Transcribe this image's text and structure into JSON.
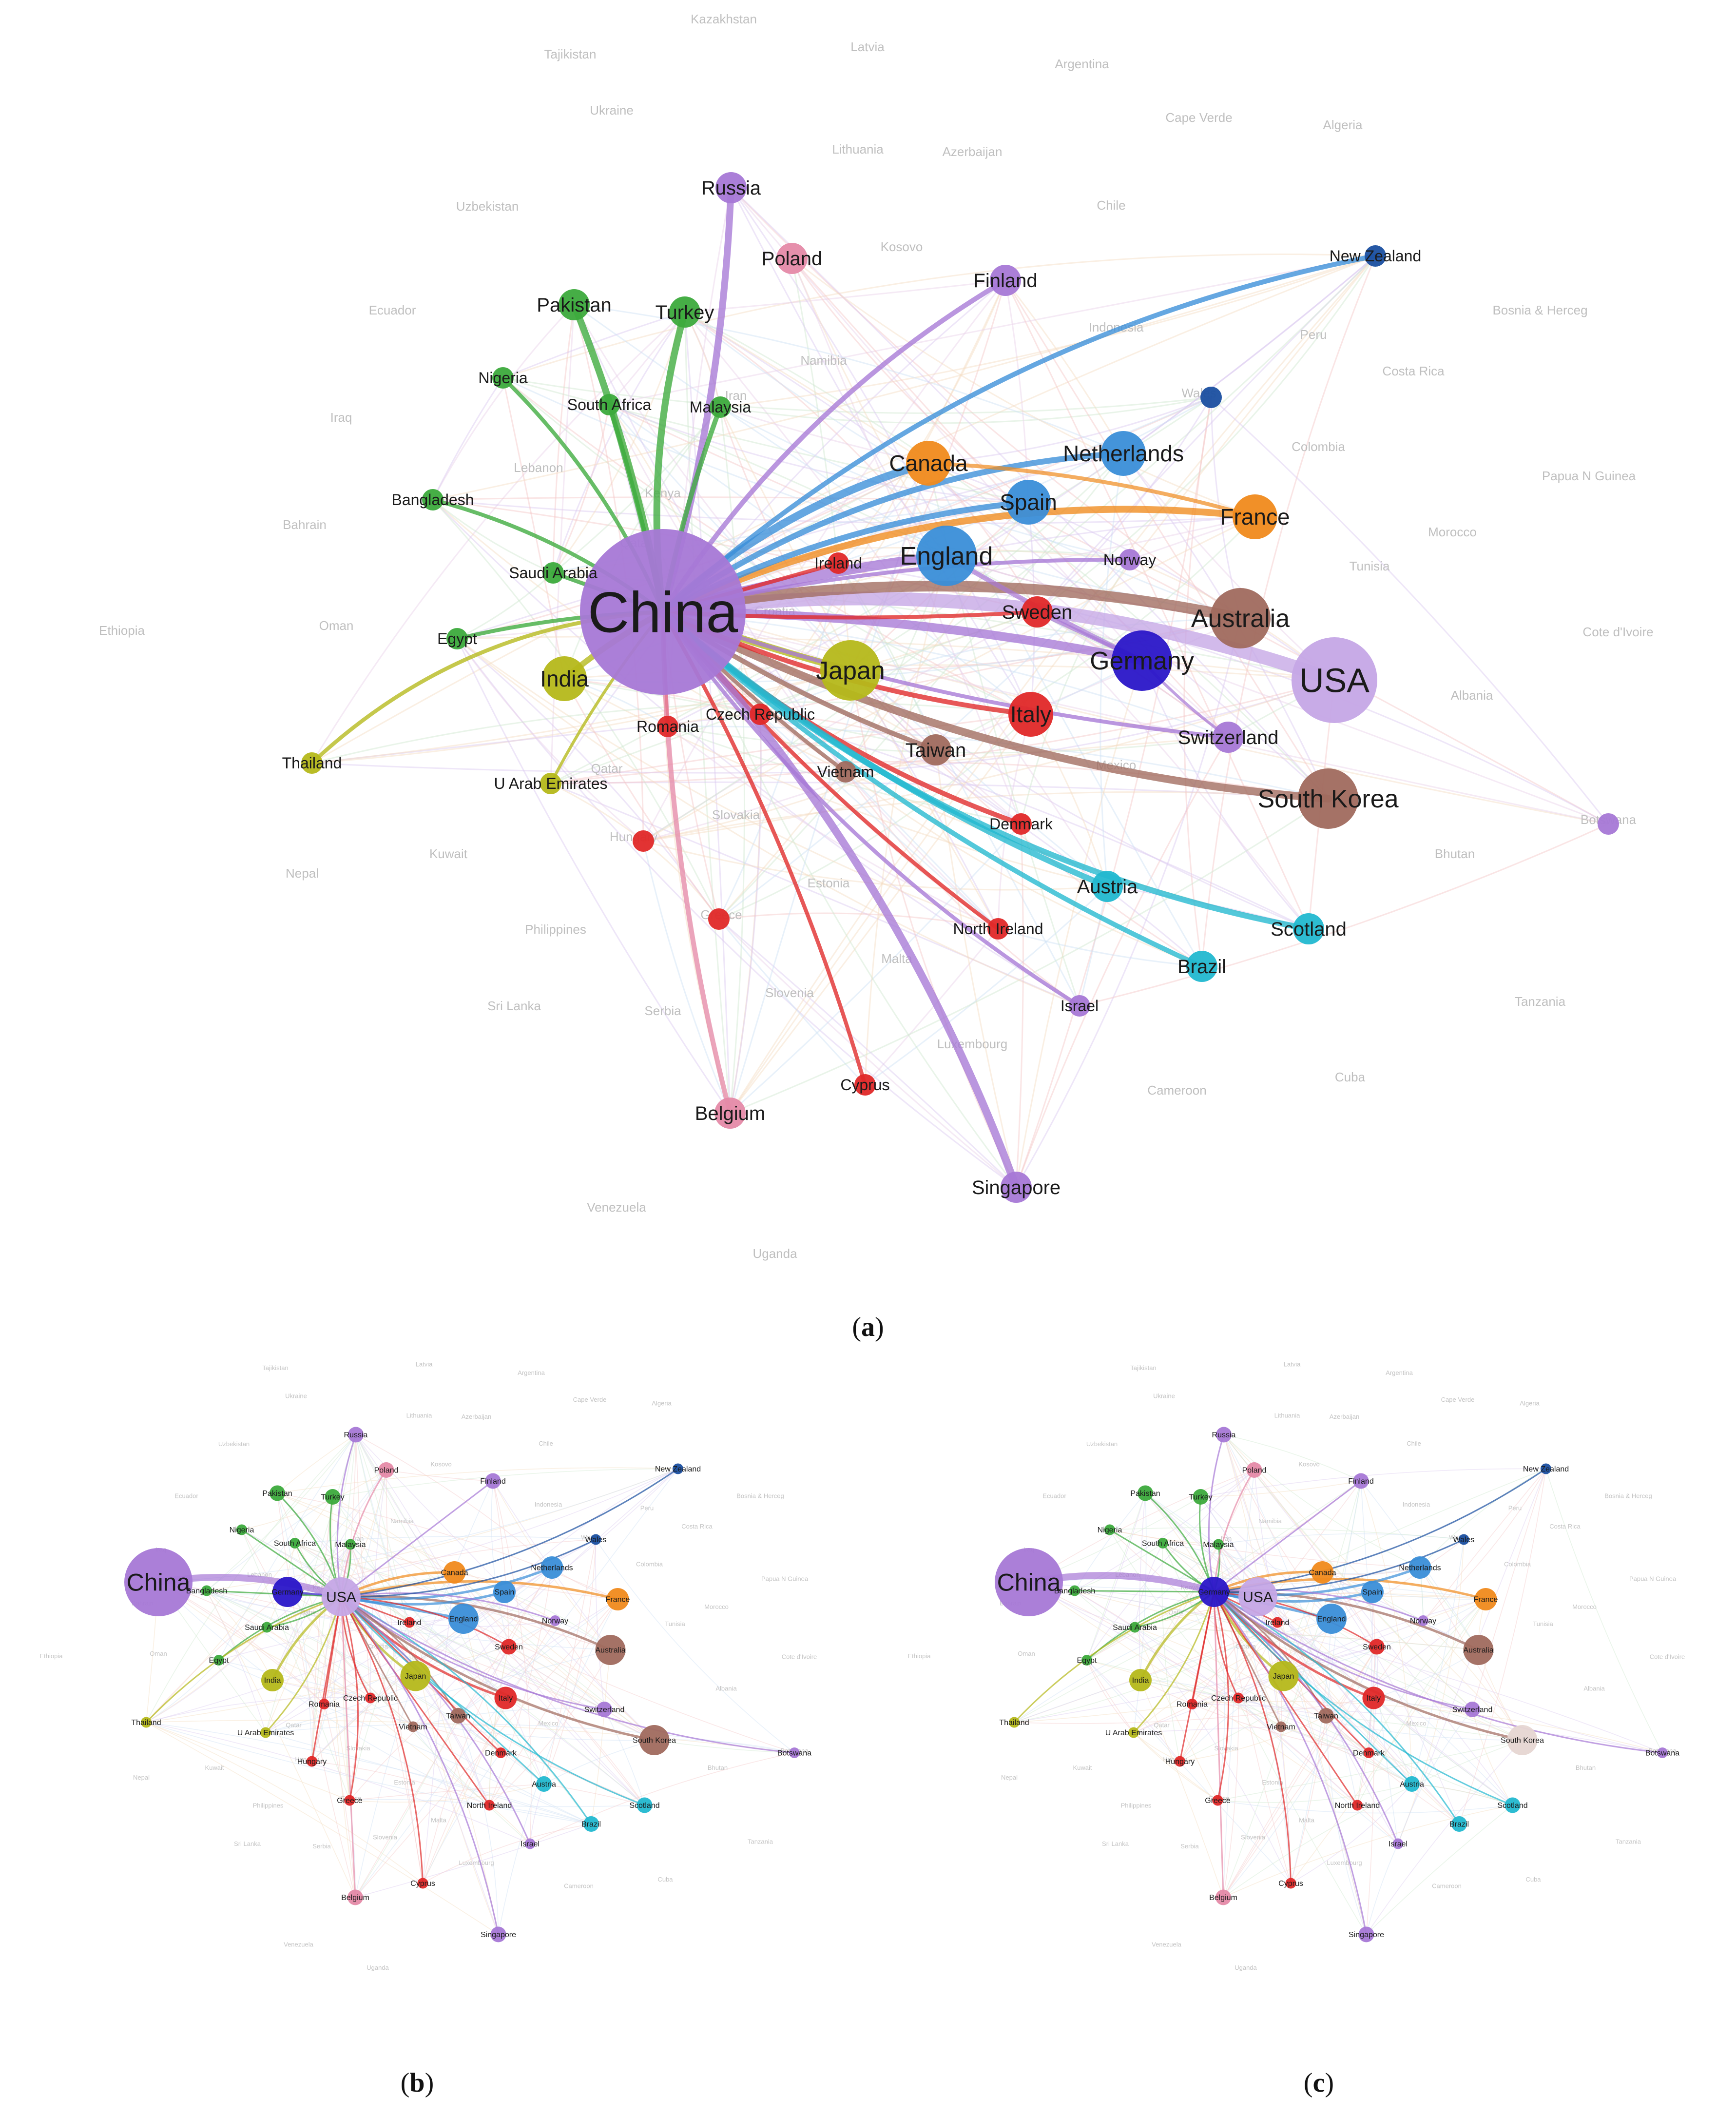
{
  "captions": {
    "a": "a",
    "b": "b",
    "c": "c"
  },
  "colors": {
    "purple": "#a678d6",
    "purple_light": "#c5a6e6",
    "green": "#3caa3c",
    "olive": "#b5b81a",
    "orange": "#f08a1c",
    "blue": "#3a8ed8",
    "navy": "#2a16c8",
    "brown": "#a06a5e",
    "red": "#e02828",
    "cyan": "#22b8d0",
    "pink": "#e58aa8",
    "dark_blue": "#1a4fa0"
  },
  "nodes": [
    {
      "name": "China",
      "color": "purple",
      "size": "huge"
    },
    {
      "name": "USA",
      "color": "purple_light",
      "size": "xl"
    },
    {
      "name": "Germany",
      "color": "navy",
      "size": "l"
    },
    {
      "name": "Australia",
      "color": "brown",
      "size": "l"
    },
    {
      "name": "South Korea",
      "color": "brown",
      "size": "l"
    },
    {
      "name": "England",
      "color": "blue",
      "size": "l"
    },
    {
      "name": "Japan",
      "color": "olive",
      "size": "l"
    },
    {
      "name": "India",
      "color": "olive",
      "size": "m"
    },
    {
      "name": "Canada",
      "color": "orange",
      "size": "m"
    },
    {
      "name": "France",
      "color": "orange",
      "size": "m"
    },
    {
      "name": "Netherlands",
      "color": "blue",
      "size": "m"
    },
    {
      "name": "Spain",
      "color": "blue",
      "size": "m"
    },
    {
      "name": "Italy",
      "color": "red",
      "size": "m"
    },
    {
      "name": "Sweden",
      "color": "red",
      "size": "s"
    },
    {
      "name": "Ireland",
      "color": "red",
      "size": "xs"
    },
    {
      "name": "Norway",
      "color": "purple",
      "size": "xs"
    },
    {
      "name": "Switzerland",
      "color": "purple",
      "size": "s"
    },
    {
      "name": "Russia",
      "color": "purple",
      "size": "s"
    },
    {
      "name": "Finland",
      "color": "purple",
      "size": "s"
    },
    {
      "name": "New Zealand",
      "color": "dark_blue",
      "size": "xs"
    },
    {
      "name": "Pakistan",
      "color": "green",
      "size": "s"
    },
    {
      "name": "Turkey",
      "color": "green",
      "size": "s"
    },
    {
      "name": "Nigeria",
      "color": "green",
      "size": "xs"
    },
    {
      "name": "South Africa",
      "color": "green",
      "size": "xs"
    },
    {
      "name": "Malaysia",
      "color": "green",
      "size": "xs"
    },
    {
      "name": "Bangladesh",
      "color": "green",
      "size": "xs"
    },
    {
      "name": "Saudi Arabia",
      "color": "green",
      "size": "xs"
    },
    {
      "name": "Egypt",
      "color": "green",
      "size": "xs"
    },
    {
      "name": "Thailand",
      "color": "olive",
      "size": "xs"
    },
    {
      "name": "U Arab Emirates",
      "color": "olive",
      "size": "xs"
    },
    {
      "name": "Romania",
      "color": "red",
      "size": "xs"
    },
    {
      "name": "Czech Republic",
      "color": "red",
      "size": "xs"
    },
    {
      "name": "Taiwan",
      "color": "brown",
      "size": "s"
    },
    {
      "name": "Vietnam",
      "color": "brown",
      "size": "xs"
    },
    {
      "name": "Denmark",
      "color": "red",
      "size": "xs"
    },
    {
      "name": "Austria",
      "color": "cyan",
      "size": "s"
    },
    {
      "name": "North Ireland",
      "color": "red",
      "size": "xs"
    },
    {
      "name": "Scotland",
      "color": "cyan",
      "size": "s"
    },
    {
      "name": "Brazil",
      "color": "cyan",
      "size": "s"
    },
    {
      "name": "Israel",
      "color": "purple",
      "size": "xs"
    },
    {
      "name": "Cyprus",
      "color": "red",
      "size": "xs"
    },
    {
      "name": "Belgium",
      "color": "pink",
      "size": "s"
    },
    {
      "name": "Singapore",
      "color": "purple",
      "size": "s"
    },
    {
      "name": "Hungary",
      "color": "red",
      "size": "xs"
    },
    {
      "name": "Greece",
      "color": "red",
      "size": "xs"
    },
    {
      "name": "Poland",
      "color": "pink",
      "size": "s"
    },
    {
      "name": "Wales",
      "color": "dark_blue",
      "size": "xs"
    },
    {
      "name": "Botswana",
      "color": "purple",
      "size": "xs"
    }
  ],
  "faded_labels": [
    "Kazakhstan",
    "Tajikistan",
    "Latvia",
    "Argentina",
    "Ukraine",
    "Cape Verde",
    "Algeria",
    "Lithuania",
    "Azerbaijan",
    "Uzbekistan",
    "Chile",
    "Ecuador",
    "Kosovo",
    "Indonesia",
    "Bosnia & Herceg",
    "Peru",
    "Namibia",
    "Iran",
    "Iraq",
    "Costa Rica",
    "Kenya",
    "Wales",
    "Lebanon",
    "Colombia",
    "Papua N Guinea",
    "Bahrain",
    "Qatar",
    "Morocco",
    "Tunisia",
    "Ethiopia",
    "Oman",
    "Cote d'Ivoire",
    "Croatia",
    "Mexico",
    "Albania",
    "Qatar",
    "Slovakia",
    "Kuwait",
    "Bhutan",
    "Botswana",
    "Nepal",
    "Estonia",
    "Philippines",
    "Malta",
    "Sri Lanka",
    "Serbia",
    "Slovenia",
    "Luxembourg",
    "Cuba",
    "Tanzania",
    "Cameroon",
    "Venezuela",
    "Uganda",
    "Hungary",
    "Greece"
  ],
  "panel_a": {
    "labels": {
      "China": "China",
      "USA": "USA",
      "Germany": "Germany",
      "Australia": "Australia",
      "South Korea": "South Korea",
      "England": "England",
      "Japan": "Japan",
      "India": "India",
      "Canada": "Canada",
      "France": "France",
      "Netherlands": "Netherlands",
      "Spain": "Spain",
      "Italy": "Italy",
      "Sweden": "Sweden",
      "Ireland": "Ireland",
      "Norway": "Norway",
      "Switzerland": "Switzerland",
      "Russia": "Russia",
      "Finland": "Finland",
      "New Zealand": "New Zealand",
      "Pakistan": "Pakistan",
      "Turkey": "Turkey",
      "Nigeria": "Nigeria",
      "South Africa": "South Africa",
      "Malaysia": "Malaysia",
      "Bangladesh": "Bangladesh",
      "Saudi Arabia": "Saudi Arabia",
      "Egypt": "Egypt",
      "Thailand": "Thailand",
      "U Arab Emirates": "U Arab Emirates",
      "Romania": "Romania",
      "Czech Republic": "Czech Republic",
      "Taiwan": "Taiwan",
      "Vietnam": "Vietnam",
      "Denmark": "Denmark",
      "Austria": "Austria",
      "North Ireland": "North Ireland",
      "Scotland": "Scotland",
      "Brazil": "Brazil",
      "Israel": "Israel",
      "Cyprus": "Cyprus",
      "Belgium": "Belgium",
      "Singapore": "Singapore",
      "Poland": "Poland"
    }
  },
  "panel_b": {
    "hub": "USA"
  },
  "panel_c": {
    "hub": "Germany"
  }
}
